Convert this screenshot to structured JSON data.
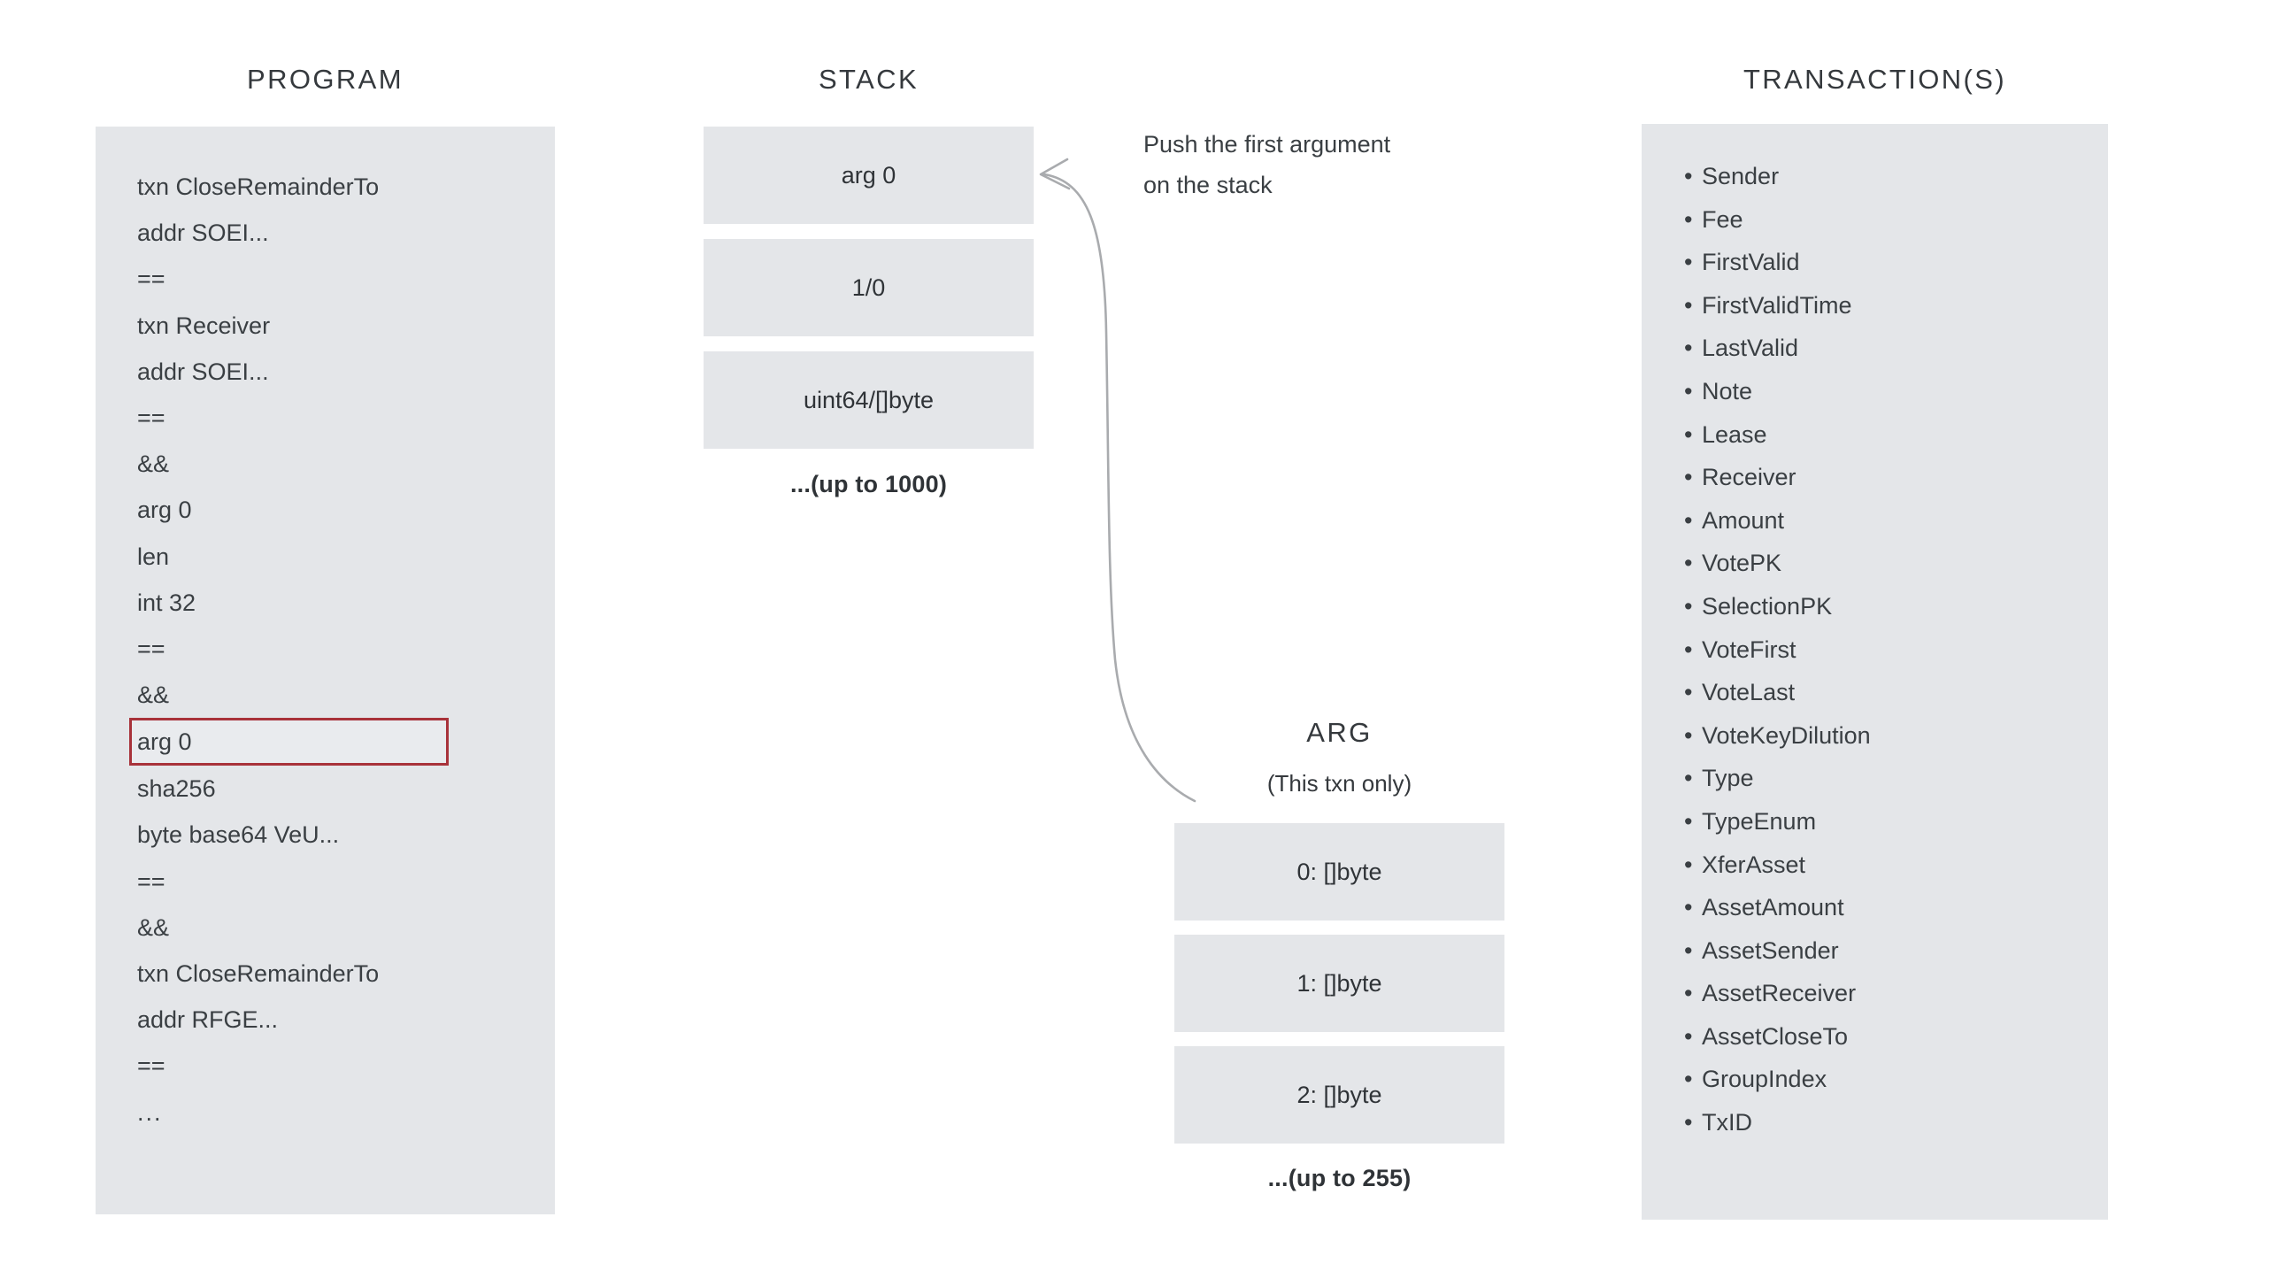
{
  "diagram": {
    "title": "Algorand TEAL program / stack / arg / transaction diagram"
  },
  "program": {
    "heading": "PROGRAM",
    "lines": [
      {
        "text": "txn CloseRemainderTo",
        "highlighted": false
      },
      {
        "text": "addr SOEI...",
        "highlighted": false
      },
      {
        "text": "==",
        "highlighted": false
      },
      {
        "text": "txn Receiver",
        "highlighted": false
      },
      {
        "text": "addr SOEI...",
        "highlighted": false
      },
      {
        "text": "==",
        "highlighted": false
      },
      {
        "text": "&&",
        "highlighted": false
      },
      {
        "text": "arg 0",
        "highlighted": false
      },
      {
        "text": "len",
        "highlighted": false
      },
      {
        "text": "int 32",
        "highlighted": false
      },
      {
        "text": "==",
        "highlighted": false
      },
      {
        "text": "&&",
        "highlighted": false
      },
      {
        "text": "arg 0",
        "highlighted": true
      },
      {
        "text": "sha256",
        "highlighted": false
      },
      {
        "text": "byte base64 VeU...",
        "highlighted": false
      },
      {
        "text": "==",
        "highlighted": false
      },
      {
        "text": "&&",
        "highlighted": false
      },
      {
        "text": "txn CloseRemainderTo",
        "highlighted": false
      },
      {
        "text": "addr RFGE...",
        "highlighted": false
      },
      {
        "text": "==",
        "highlighted": false
      },
      {
        "text": "...",
        "highlighted": false
      }
    ]
  },
  "stack": {
    "heading": "STACK",
    "cells": [
      "arg 0",
      "1/0",
      "uint64/[]byte"
    ],
    "caption": "...(up to 1000)"
  },
  "annotation": {
    "line1": "Push the first argument",
    "line2": "on the stack"
  },
  "arg": {
    "heading": "ARG",
    "subheading": "(This txn only)",
    "cells": [
      "0: []byte",
      "1: []byte",
      "2: []byte"
    ],
    "caption": "...(up to 255)"
  },
  "transaction": {
    "heading": "TRANSACTION(S)",
    "bullet": "•",
    "fields": [
      "Sender",
      "Fee",
      "FirstValid",
      "FirstValidTime",
      "LastValid",
      "Note",
      "Lease",
      "Receiver",
      "Amount",
      "VotePK",
      "SelectionPK",
      "VoteFirst",
      "VoteLast",
      "VoteKeyDilution",
      "Type",
      "TypeEnum",
      "XferAsset",
      "AssetAmount",
      "AssetSender",
      "AssetReceiver",
      "AssetCloseTo",
      "GroupIndex",
      "TxID"
    ]
  },
  "colors": {
    "panel_fill": "#e4e6e9",
    "cell_fill": "#e4e6e9",
    "highlight_border": "#a8323a",
    "text": "#3a3f43",
    "arrow": "#a9abae",
    "background": "#ffffff"
  }
}
